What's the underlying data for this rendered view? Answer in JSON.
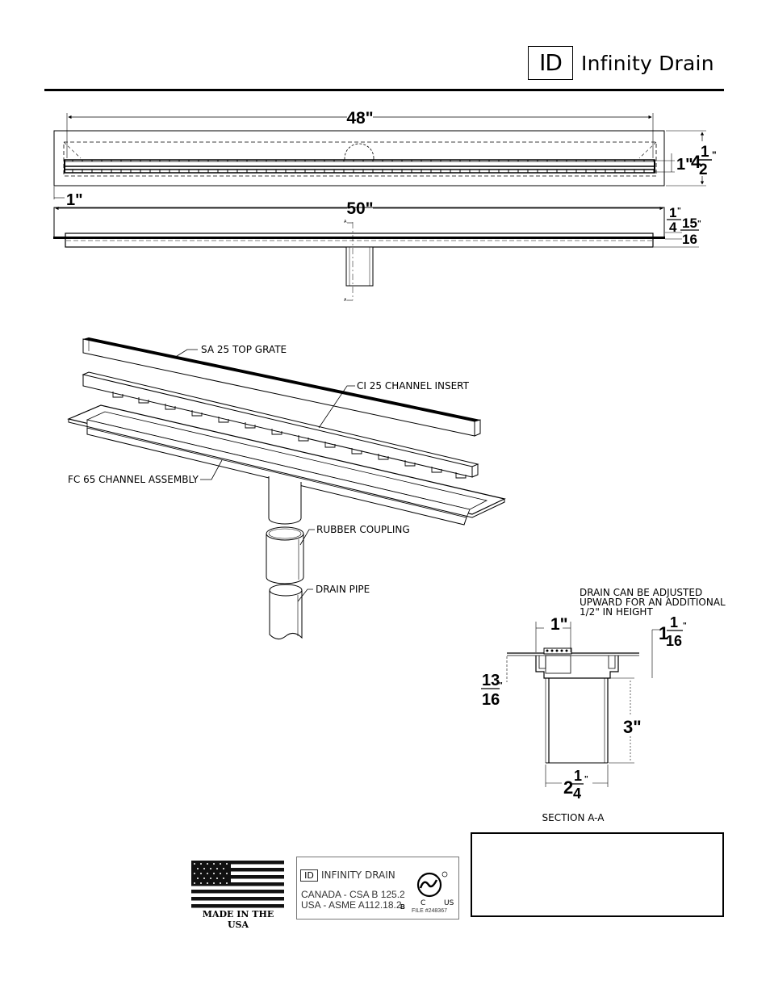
{
  "header": {
    "logo_mark": "ID",
    "brand": "Infinity Drain"
  },
  "top_view": {
    "length": "48\"",
    "width_whole": "4",
    "width_num": "1",
    "width_den": "2",
    "width_unit": "\"",
    "slot": "1\"",
    "offset": "1\""
  },
  "side_view": {
    "length": "50\"",
    "flange_num": "1",
    "flange_unit": "\"",
    "flange_den": "4",
    "depth_num": "15",
    "depth_unit": "\"",
    "depth_den": "16",
    "section_marker": "A"
  },
  "exploded_view": {
    "labels": [
      "SA 25 TOP GRATE",
      "CI 25 CHANNEL INSERT",
      "FC 65 CHANNEL ASSEMBLY",
      "RUBBER COUPLING",
      "DRAIN PIPE"
    ]
  },
  "section": {
    "note_line1": "DRAIN CAN BE ADJUSTED",
    "note_line2": "UPWARD FOR AN ADDITIONAL",
    "note_line3": "1/2\" IN HEIGHT",
    "width_top": "1\"",
    "height_whole": "1",
    "height_num": "1",
    "height_den": "16",
    "height_unit": "\"",
    "left_num": "13",
    "left_den": "16",
    "left_unit": "\"",
    "pipe_height": "3\"",
    "pipe_whole": "2",
    "pipe_num": "1",
    "pipe_den": "4",
    "pipe_unit": "\"",
    "caption": "SECTION A-A"
  },
  "footer": {
    "flag_caption": "MADE IN THE USA",
    "cert_mark": "ID",
    "cert_name": "INFINITY DRAIN",
    "cert_line1": "CANADA - CSA B 125.2",
    "cert_line2": "USA - ASME A112.18.2",
    "cert_b": "B",
    "cert_c": "C",
    "cert_us": "US",
    "cert_file": "FILE #248367",
    "csa_logo": "csa-seal"
  }
}
